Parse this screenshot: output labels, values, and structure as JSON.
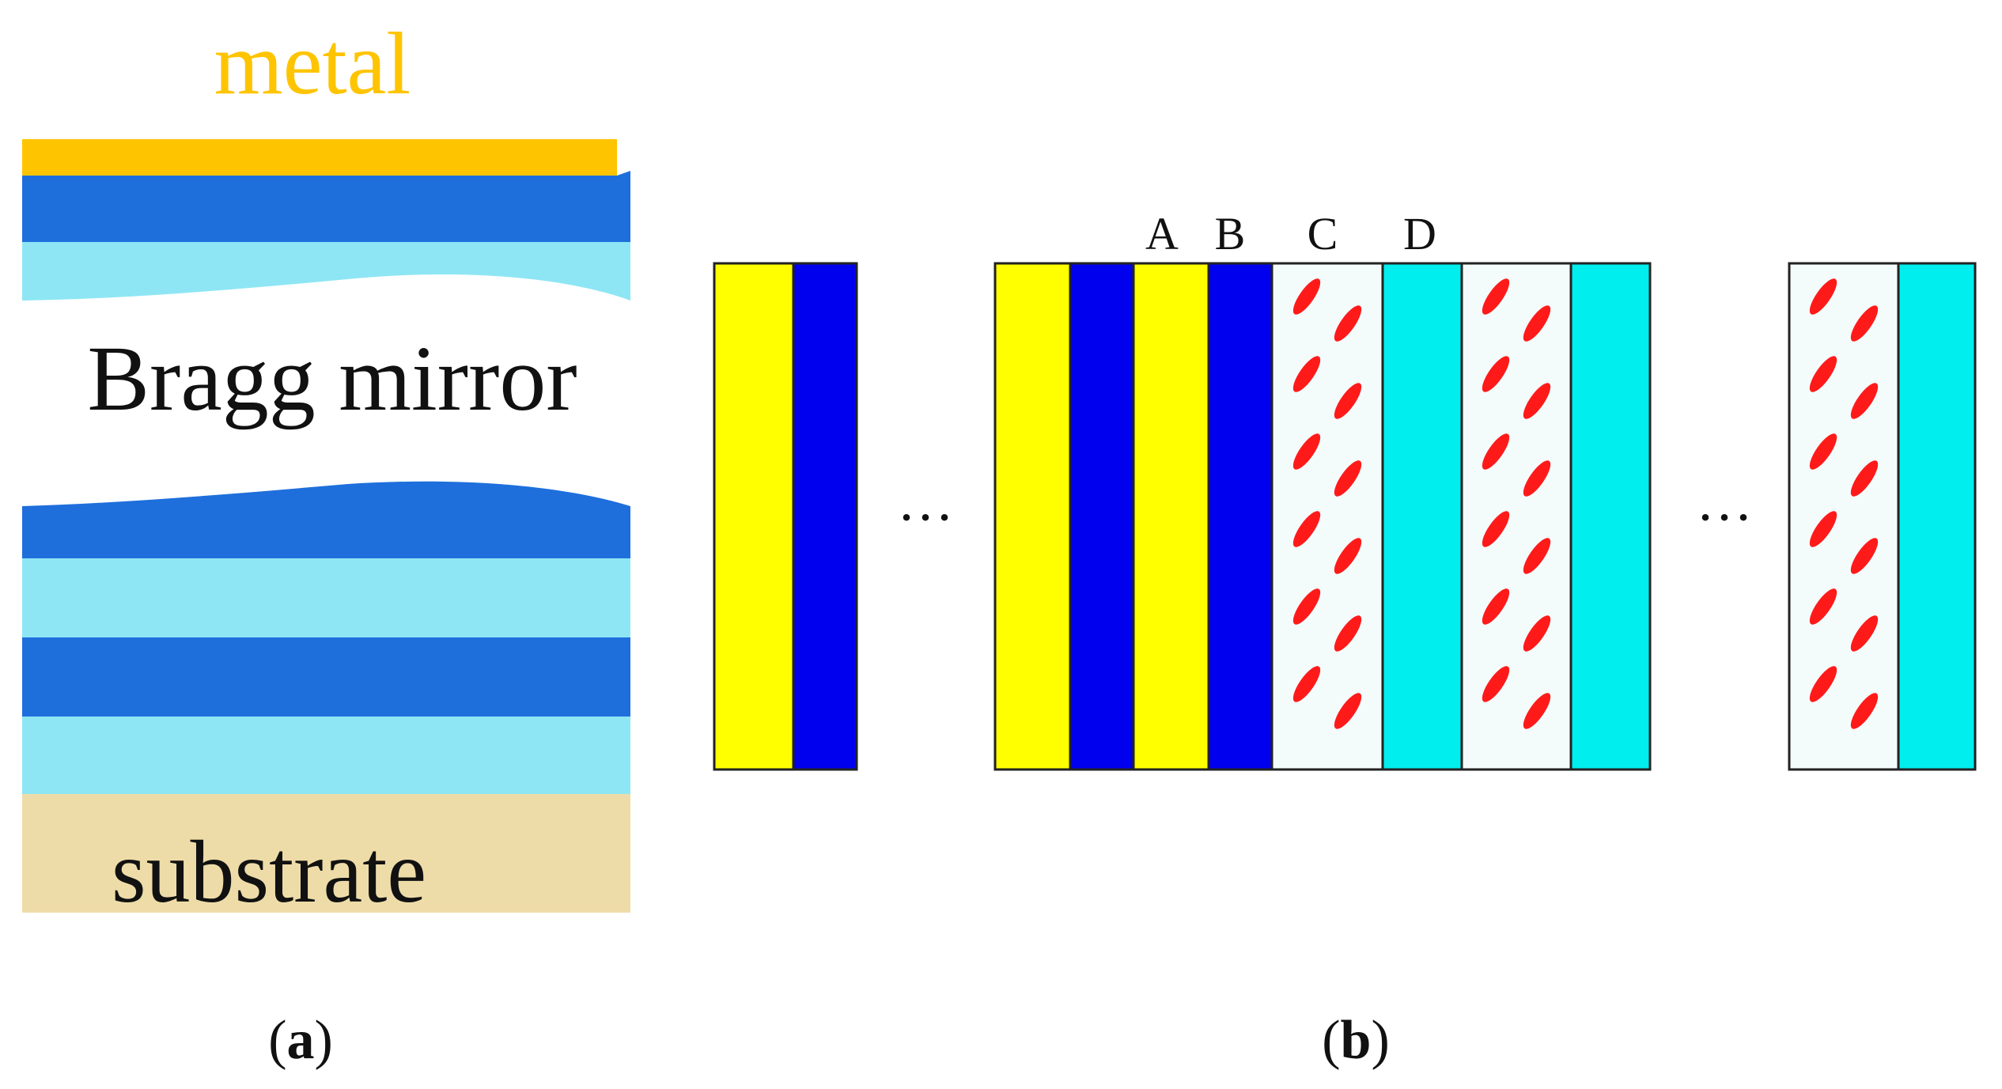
{
  "panel_a": {
    "metal_label": "metal",
    "mirror_label": "Bragg mirror",
    "substrate_label": "substrate",
    "caption_open": "(",
    "caption_letter": "a",
    "caption_close": ")"
  },
  "panel_b": {
    "ellipsis": "···",
    "layer_labels": [
      "A",
      "B",
      "C",
      "D"
    ],
    "caption_open": "(",
    "caption_letter": "b",
    "caption_close": ")"
  },
  "colors": {
    "metal": "#FFC400",
    "dark_blue_layer": "#1E6FDC",
    "light_blue_layer": "#8EE6F4",
    "substrate": "#EEDCA8",
    "yellow_layer": "#FFFF00",
    "blue_layer": "#0000EE",
    "cyan_layer": "#00EEEE",
    "liquid_crystal_bg": "#F4FBFB",
    "molecule": "#FF1A1A"
  }
}
